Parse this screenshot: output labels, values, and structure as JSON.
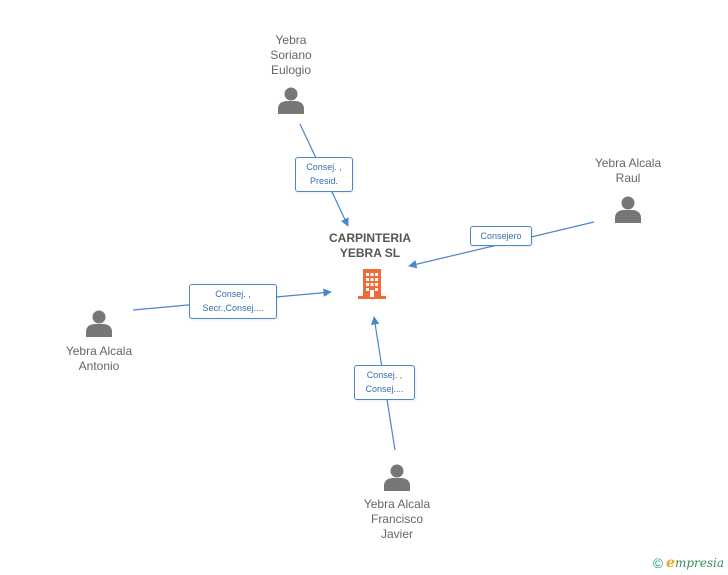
{
  "company": {
    "name_line1": "CARPINTERIA",
    "name_line2": "YEBRA SL",
    "color": "#f26b3a"
  },
  "people": [
    {
      "id": "soriano",
      "lines": [
        "Yebra",
        "Soriano",
        "Eulogio"
      ]
    },
    {
      "id": "raul",
      "lines": [
        "Yebra Alcala",
        "Raul"
      ]
    },
    {
      "id": "antonio",
      "lines": [
        "Yebra Alcala",
        "Antonio"
      ]
    },
    {
      "id": "francisco",
      "lines": [
        "Yebra Alcala",
        "Francisco",
        "Javier"
      ]
    }
  ],
  "roles": [
    {
      "id": "soriano",
      "lines": [
        "Consej. ,",
        "Presid."
      ]
    },
    {
      "id": "raul",
      "lines": [
        "Consejero"
      ]
    },
    {
      "id": "antonio",
      "lines": [
        "Consej. ,",
        "Secr.,Consej...."
      ]
    },
    {
      "id": "francisco",
      "lines": [
        "Consej. ,",
        "Consej...."
      ]
    }
  ],
  "colors": {
    "edge": "#4a86c8",
    "person_icon": "#777777",
    "label_text": "#666666"
  },
  "footer": {
    "copyright_symbol": "©",
    "brand_initial": "e",
    "brand_rest": "mpresia"
  }
}
